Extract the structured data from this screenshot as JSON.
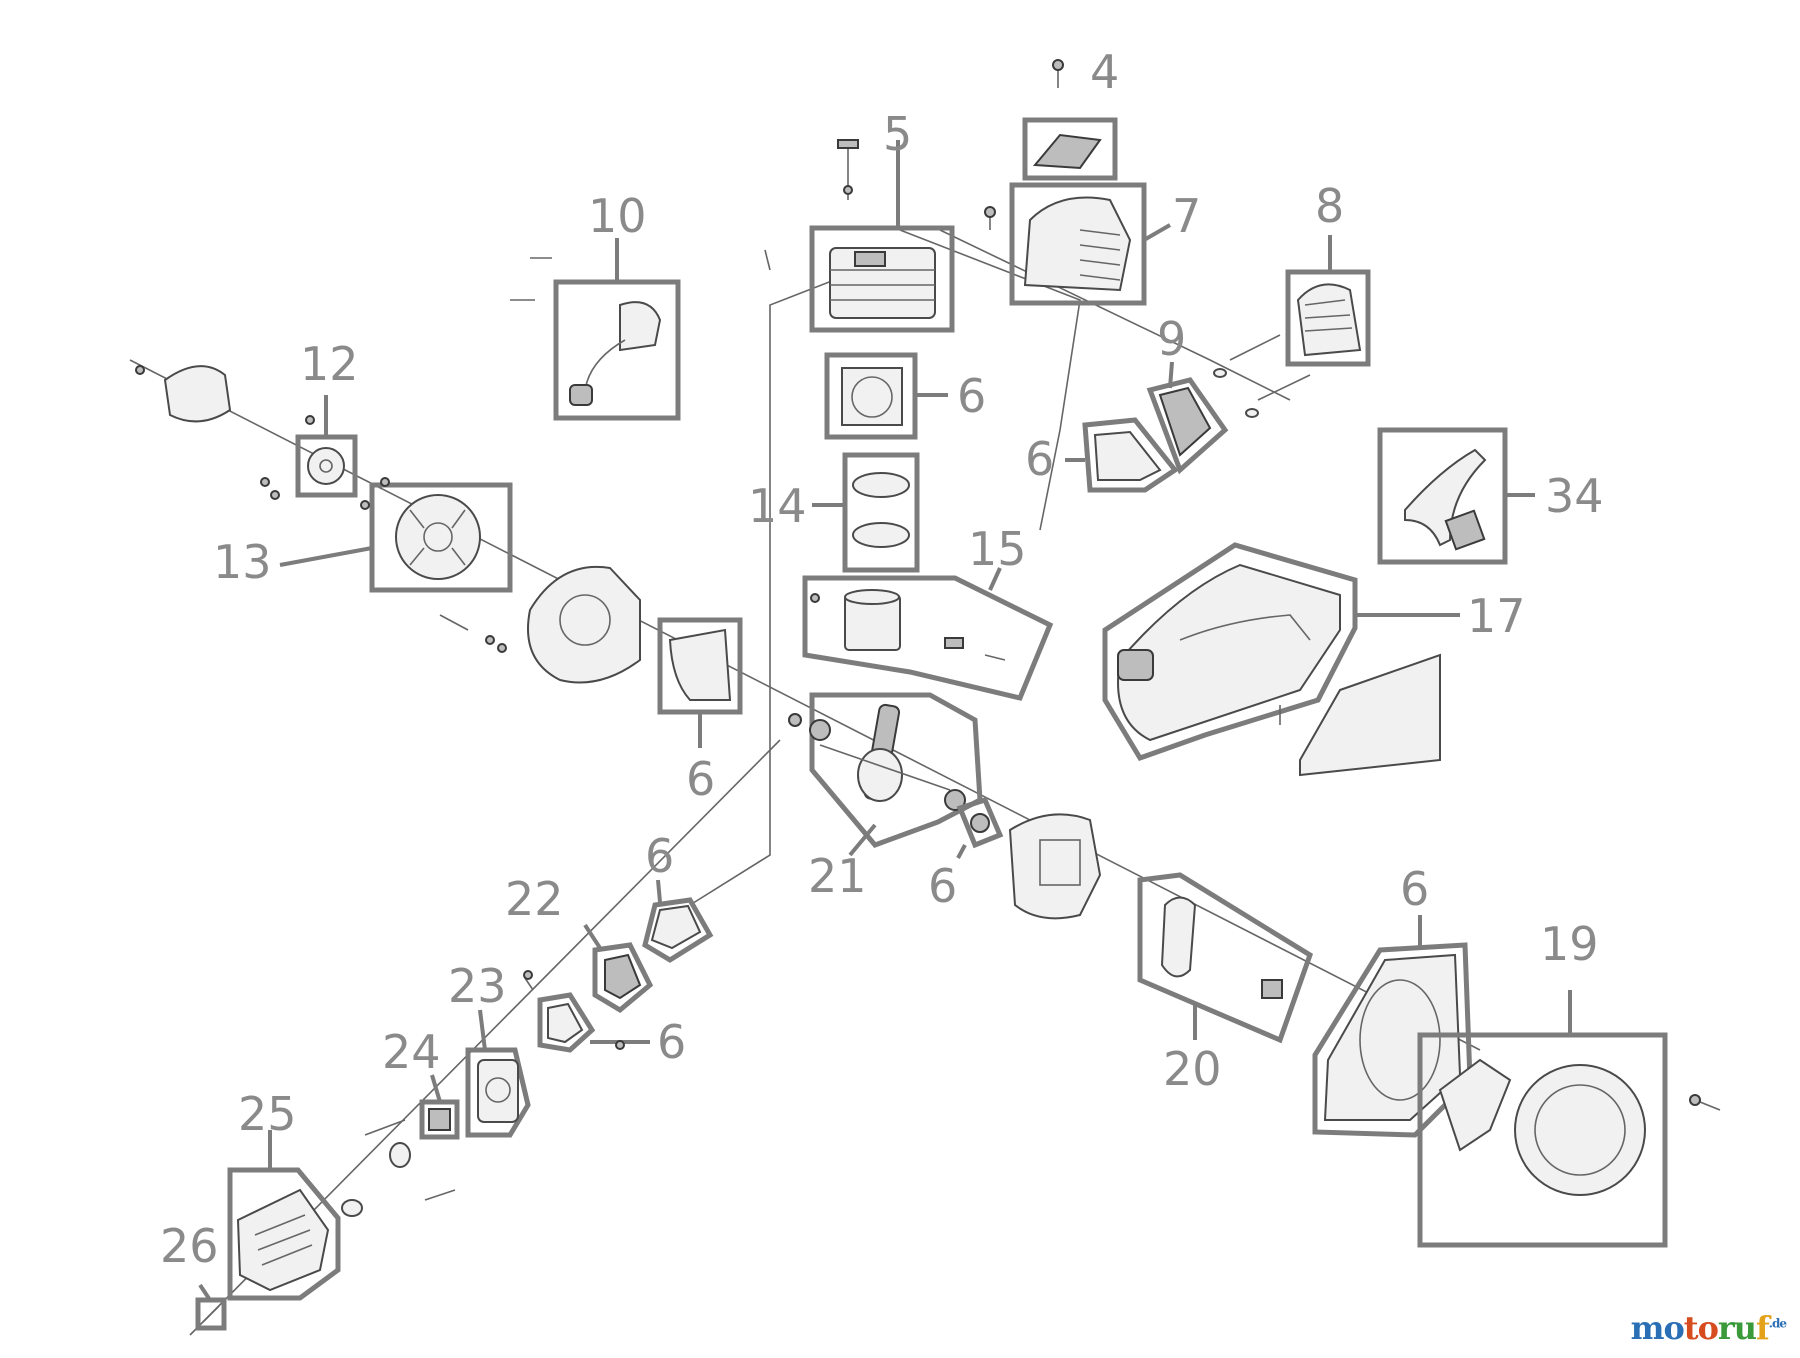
{
  "labels": {
    "l4": "4",
    "l5": "5",
    "l7": "7",
    "l8": "8",
    "l9": "9",
    "l10": "10",
    "l12": "12",
    "l13": "13",
    "l14": "14",
    "l15": "15",
    "l17": "17",
    "l19": "19",
    "l20": "20",
    "l21": "21",
    "l22": "22",
    "l23": "23",
    "l24": "24",
    "l25": "25",
    "l26": "26",
    "l34": "34",
    "l6a": "6",
    "l6b": "6",
    "l6c": "6",
    "l6d": "6",
    "l6e": "6",
    "l6f": "6",
    "l6g": "6",
    "l6h": "6"
  },
  "brand": {
    "part1": "mo",
    "part2": "to",
    "part3": "ru",
    "part4": "f",
    "suffix": ".de"
  }
}
